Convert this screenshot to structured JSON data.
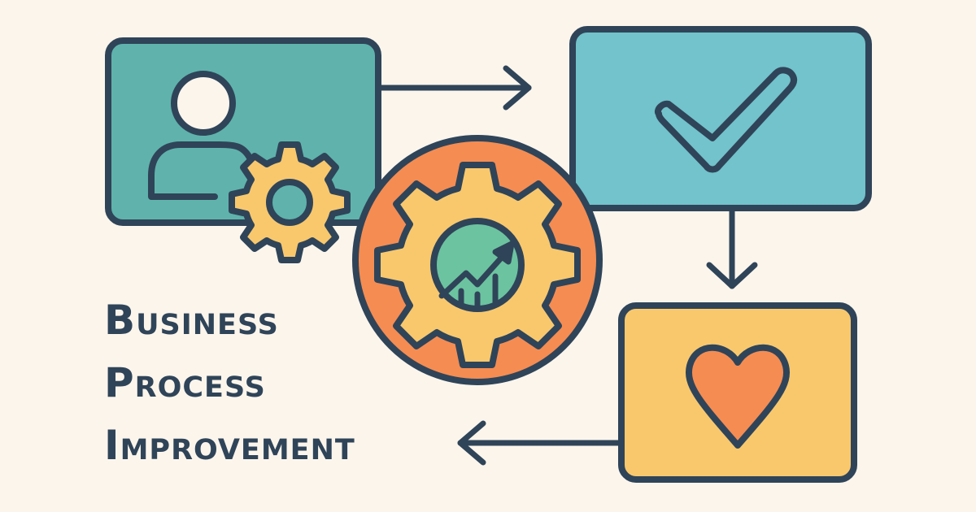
{
  "title": {
    "lines": [
      "Business",
      "Process",
      "Improvement"
    ]
  },
  "colors": {
    "background": "#fcf5ec",
    "outline": "#2f4458",
    "teal": "#5fb3ac",
    "light_teal": "#72c3cb",
    "orange": "#f58c52",
    "yellow": "#f9c86d",
    "green": "#6cc3a0"
  },
  "nodes": [
    {
      "id": "user-settings",
      "icon": "user-gear-icon",
      "fill": "#5fb3ac"
    },
    {
      "id": "approval",
      "icon": "checkmark-icon",
      "fill": "#72c3cb"
    },
    {
      "id": "satisfaction",
      "icon": "heart-icon",
      "fill": "#f9c86d"
    },
    {
      "id": "optimization-hub",
      "icon": "gear-growth-chart-icon",
      "fill": "#f58c52"
    }
  ],
  "arrows": [
    {
      "from": "user-settings",
      "to": "approval",
      "direction": "right"
    },
    {
      "from": "approval",
      "to": "satisfaction",
      "direction": "down"
    },
    {
      "from": "satisfaction",
      "to": "title",
      "direction": "left"
    }
  ]
}
